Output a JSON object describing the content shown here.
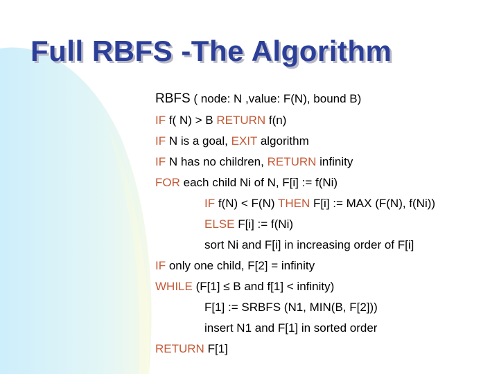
{
  "slide": {
    "title": "Full RBFS -The Algorithm",
    "colors": {
      "title": "#2b3f99",
      "keyword": "#c35a37",
      "text": "#000000",
      "decor": "#d6f3fb"
    },
    "header": {
      "name": "RBFS",
      "signature": " ( node: N ,value: F(N), bound B)"
    },
    "lines": [
      {
        "kw": "IF",
        "text": " f( N) > B ",
        "kw2": "RETURN",
        "text2": " f(n)"
      },
      {
        "kw": "IF",
        "text": " N is a goal, ",
        "kw2": "EXIT",
        "text2": " algorithm"
      },
      {
        "kw": "IF",
        "text": " N has no children, ",
        "kw2": "RETURN",
        "text2": " infinity"
      },
      {
        "kw": "FOR",
        "text": " each child Ni of N, F[i]  := f(Ni)",
        "kw2": "",
        "text2": ""
      },
      {
        "kw": "IF",
        "text": " f(N) < F(N) ",
        "kw2": "THEN",
        "text2": " F[i] := MAX (F(N), f(Ni))"
      },
      {
        "kw": "ELSE",
        "text": " F[i] := f(Ni)",
        "kw2": "",
        "text2": ""
      },
      {
        "kw": "",
        "text": "sort Ni and F[i] in increasing order of F[i]",
        "kw2": "",
        "text2": ""
      },
      {
        "kw": "IF",
        "text": " only one child, F[2] = infinity",
        "kw2": "",
        "text2": ""
      },
      {
        "kw": "WHILE",
        "text": " (F[1] ≤ B and f[1] < infinity)",
        "kw2": "",
        "text2": ""
      },
      {
        "kw": "",
        "text": "F[1]  := SRBFS (N1, MIN(B, F[2]))",
        "kw2": "",
        "text2": ""
      },
      {
        "kw": "",
        "text": "insert N1 and F[1] in sorted order",
        "kw2": "",
        "text2": ""
      },
      {
        "kw": "RETURN",
        "text": " F[1]",
        "kw2": "",
        "text2": ""
      }
    ]
  }
}
